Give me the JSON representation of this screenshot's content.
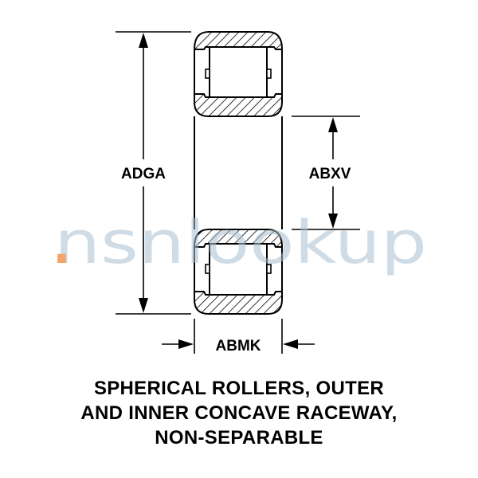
{
  "dimensions": {
    "overall_height": "ADGA",
    "bore": "ABXV",
    "width": "ABMK"
  },
  "caption": {
    "line1": "SPHERICAL ROLLERS, OUTER",
    "line2": "AND INNER CONCAVE RACEWAY,",
    "line3": "NON-SEPARABLE"
  },
  "watermark": {
    "text_main": "nsnlookup",
    "accent_dot": ".",
    "accent_color": "#f5a36b",
    "text_color": "#a8bfd0"
  }
}
